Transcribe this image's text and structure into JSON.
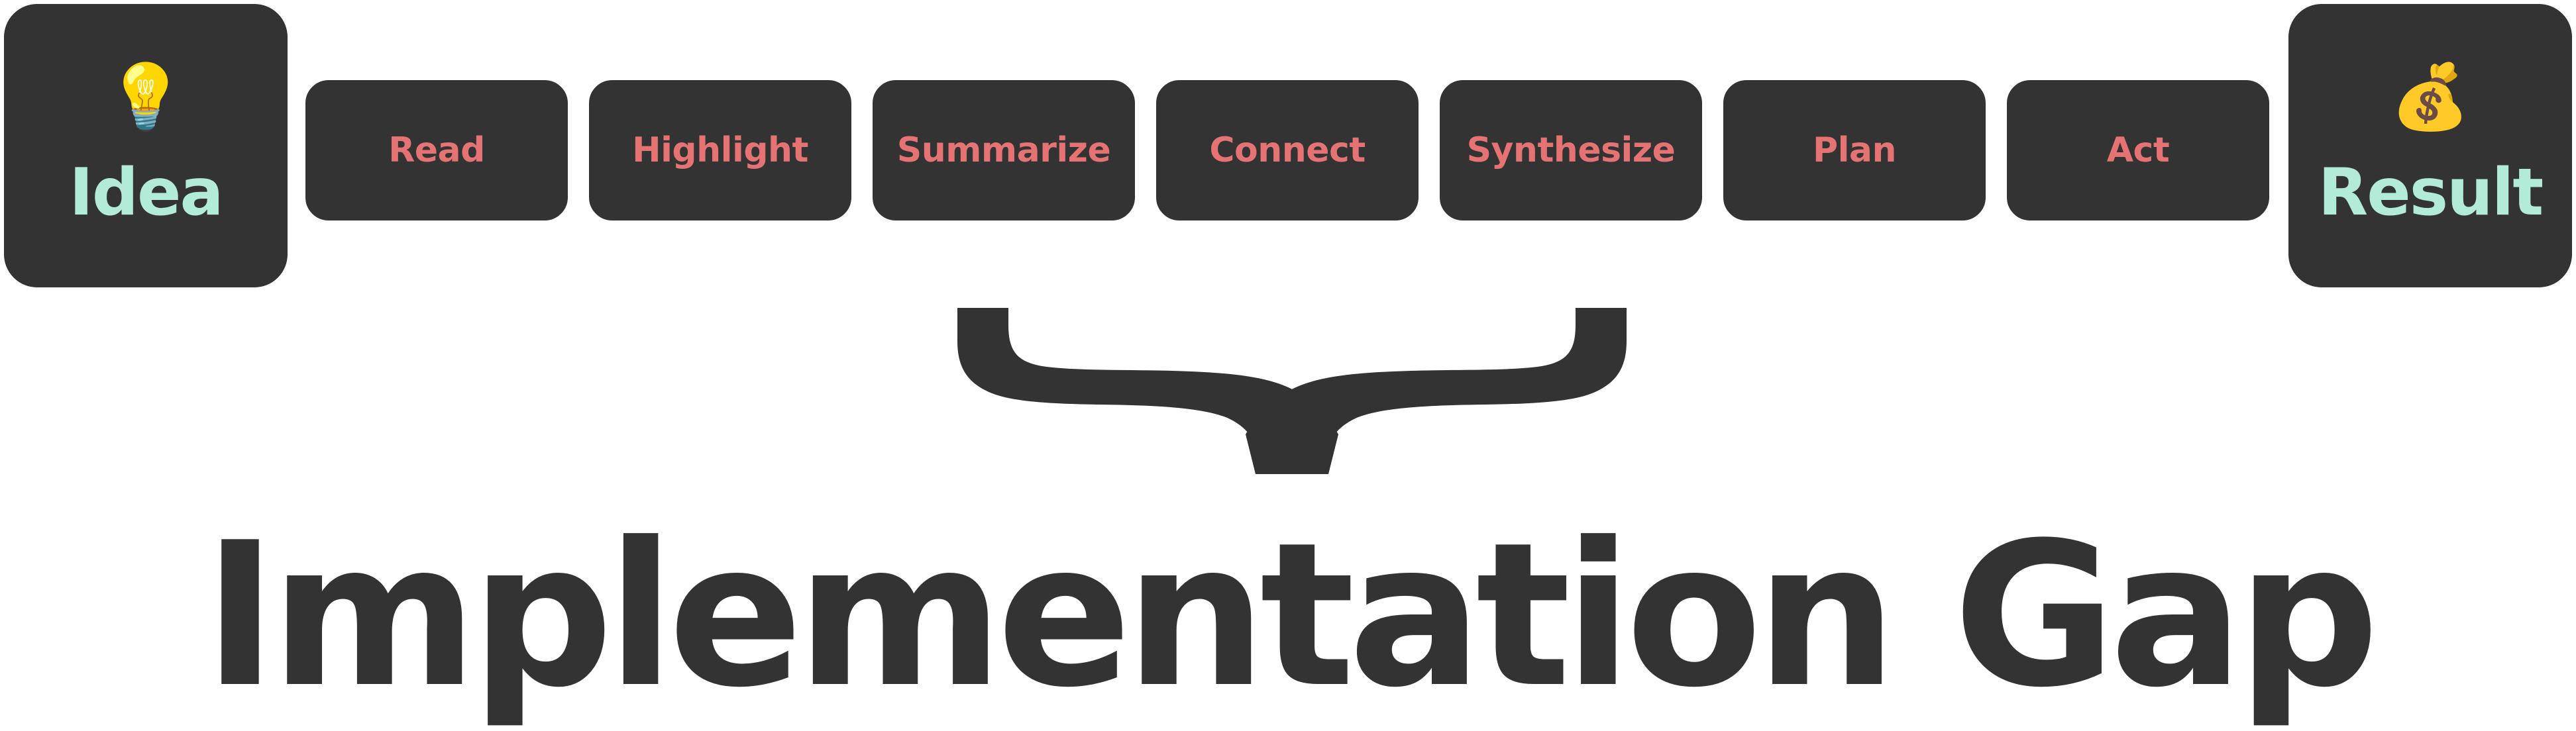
{
  "colors": {
    "box_fill": "#333333",
    "step_text": "#e57373",
    "endpoint_text": "#b2ebd8",
    "title_text": "#333333"
  },
  "start": {
    "label": "Idea",
    "icon": "lightbulb-icon",
    "glyph": "💡"
  },
  "steps": [
    {
      "label": "Read"
    },
    {
      "label": "Highlight"
    },
    {
      "label": "Summarize"
    },
    {
      "label": "Connect"
    },
    {
      "label": "Synthesize"
    },
    {
      "label": "Plan"
    },
    {
      "label": "Act"
    }
  ],
  "end": {
    "label": "Result",
    "icon": "money-bag-icon",
    "glyph": "💰"
  },
  "brace": {
    "icon": "curly-brace-icon",
    "spans_steps": [
      "Summarize",
      "Connect",
      "Synthesize"
    ]
  },
  "title": "Implementation Gap"
}
